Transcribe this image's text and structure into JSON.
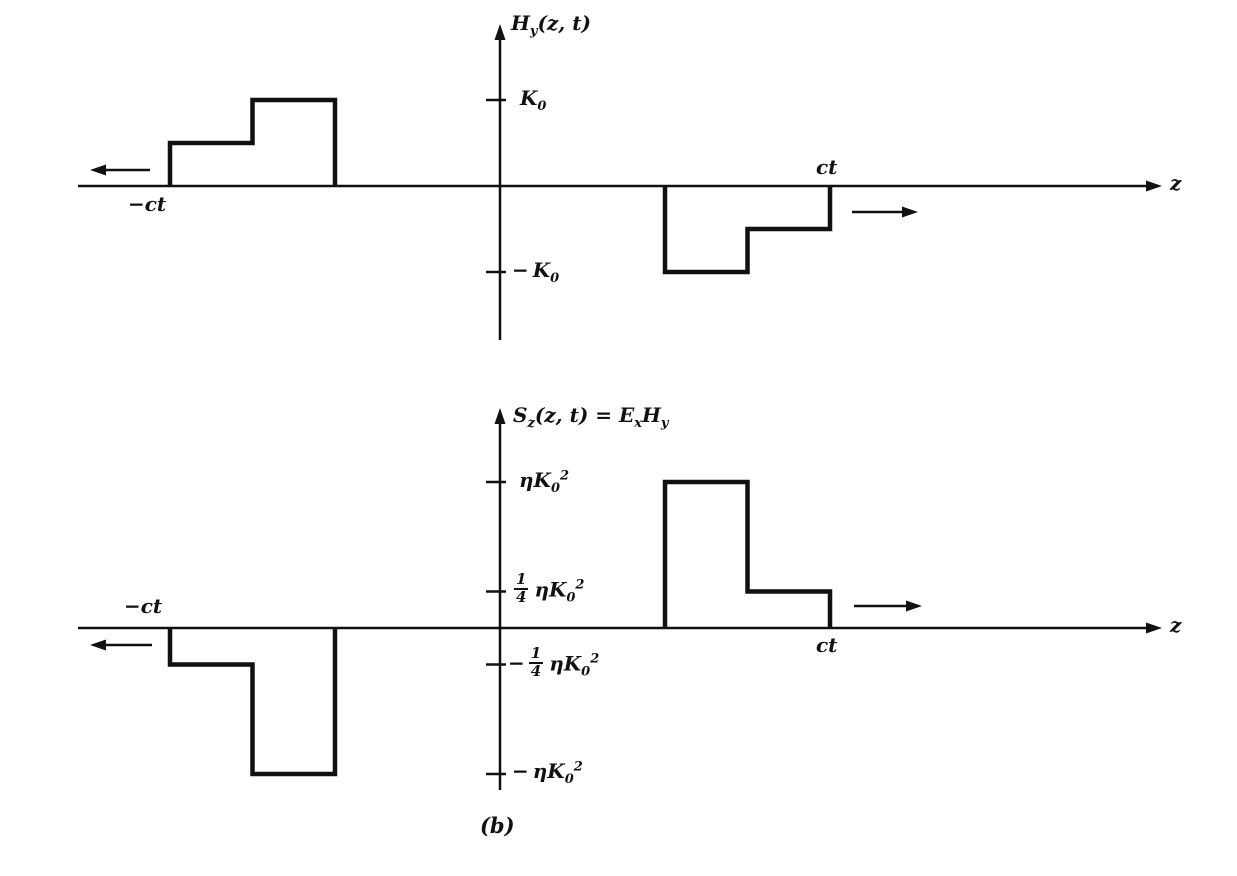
{
  "figure": {
    "caption": "(b)"
  },
  "colors": {
    "ink": "#111111",
    "background": "#ffffff"
  },
  "labels": {
    "top": {
      "ylabel_main": "H",
      "ylabel_sub": "y",
      "ylabel_args": "(z, t)",
      "tick_pos_main": "K",
      "tick_pos_sub": "0",
      "tick_neg_sign": "−",
      "tick_neg_main": "K",
      "tick_neg_sub": "0",
      "left_edge": "−ct",
      "right_edge": "ct",
      "xlabel": "z"
    },
    "bottom": {
      "ylabel_s": "S",
      "ylabel_s_sub": "z",
      "ylabel_args": "(z, t)",
      "ylabel_eq": " = ",
      "ylabel_e": "E",
      "ylabel_e_sub": "x",
      "ylabel_h": "H",
      "ylabel_h_sub": "y",
      "tick_eta_pos_main": "ηK",
      "tick_eta_pos_sub": "0",
      "tick_eta_pos_sup": "2",
      "tick_q_pos_num": "1",
      "tick_q_pos_den": "4",
      "tick_q_pos_main": "ηK",
      "tick_q_pos_sub": "0",
      "tick_q_pos_sup": "2",
      "tick_q_neg_sign": "−",
      "tick_q_neg_num": "1",
      "tick_q_neg_den": "4",
      "tick_q_neg_main": "ηK",
      "tick_q_neg_sub": "0",
      "tick_q_neg_sup": "2",
      "tick_eta_neg_sign": "−",
      "tick_eta_neg_main": "ηK",
      "tick_eta_neg_sub": "0",
      "tick_eta_neg_sup": "2",
      "left_edge": "−ct",
      "right_edge": "ct",
      "xlabel": "z"
    }
  },
  "chart_data": [
    {
      "id": "top",
      "type": "step",
      "title": "H_y(z, t)",
      "xlabel": "z",
      "x_units": "ct",
      "y_units": "K0",
      "xlim_ct": [
        -1.45,
        2.2
      ],
      "ylim": [
        -1.5,
        1.5
      ],
      "yticks": [
        {
          "value": 1,
          "label": "K0"
        },
        {
          "value": -1,
          "label": "−K0"
        }
      ],
      "segments": [
        {
          "x": [
            -1,
            -0.75
          ],
          "y": 0.5,
          "y_label": "K0/2"
        },
        {
          "x": [
            -0.75,
            -0.5
          ],
          "y": 1,
          "y_label": "K0"
        },
        {
          "x": [
            0.5,
            0.75
          ],
          "y": -1,
          "y_label": "−K0"
        },
        {
          "x": [
            0.75,
            1
          ],
          "y": -0.5,
          "y_label": "−K0/2"
        }
      ],
      "pulse_directions": [
        {
          "pulse": "left",
          "direction": "left"
        },
        {
          "pulse": "right",
          "direction": "right"
        }
      ],
      "x_annotations": [
        {
          "z": -1,
          "label": "−ct"
        },
        {
          "z": 1,
          "label": "ct"
        }
      ]
    },
    {
      "id": "bottom",
      "type": "step",
      "title": "S_z(z, t) = E_x H_y",
      "xlabel": "z",
      "x_units": "ct",
      "y_units": "ηK0²",
      "xlim_ct": [
        -1.45,
        2.2
      ],
      "ylim": [
        -1.3,
        1.3
      ],
      "yticks": [
        {
          "value": 1,
          "label": "ηK0²"
        },
        {
          "value": 0.25,
          "label": "(1/4)ηK0²"
        },
        {
          "value": -0.25,
          "label": "−(1/4)ηK0²"
        },
        {
          "value": -1,
          "label": "−ηK0²"
        }
      ],
      "segments": [
        {
          "x": [
            -1,
            -0.75
          ],
          "y": -0.25,
          "y_label": "−(1/4)ηK0²"
        },
        {
          "x": [
            -0.75,
            -0.5
          ],
          "y": -1,
          "y_label": "−ηK0²"
        },
        {
          "x": [
            0.5,
            0.75
          ],
          "y": 1,
          "y_label": "ηK0²"
        },
        {
          "x": [
            0.75,
            1
          ],
          "y": 0.25,
          "y_label": "(1/4)ηK0²"
        }
      ],
      "pulse_directions": [
        {
          "pulse": "left",
          "direction": "left"
        },
        {
          "pulse": "right",
          "direction": "right"
        }
      ],
      "x_annotations": [
        {
          "z": -1,
          "label": "−ct"
        },
        {
          "z": 1,
          "label": "ct"
        }
      ]
    }
  ]
}
